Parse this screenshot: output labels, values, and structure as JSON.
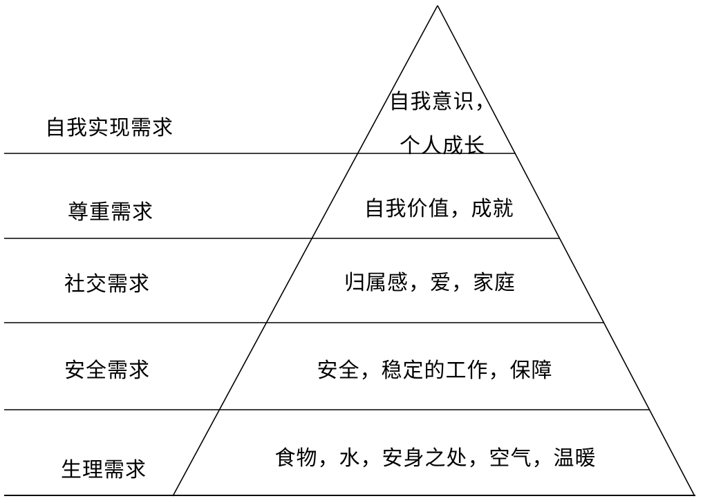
{
  "colors": {
    "background": "#ffffff",
    "line": "#000000",
    "text": "#000000"
  },
  "pyramid": {
    "levels": [
      {
        "id": "self-actualization",
        "label": "自我实现需求",
        "content_lines": [
          "自我意识，",
          "个人成长"
        ]
      },
      {
        "id": "esteem",
        "label": "尊重需求",
        "content_lines": [
          "自我价值，成就"
        ]
      },
      {
        "id": "social",
        "label": "社交需求",
        "content_lines": [
          "归属感，爱，家庭"
        ]
      },
      {
        "id": "safety",
        "label": "安全需求",
        "content_lines": [
          "安全，稳定的工作，保障"
        ]
      },
      {
        "id": "physiological",
        "label": "生理需求",
        "content_lines": [
          "食物，水，安身之处，空气，温暖"
        ]
      }
    ]
  }
}
